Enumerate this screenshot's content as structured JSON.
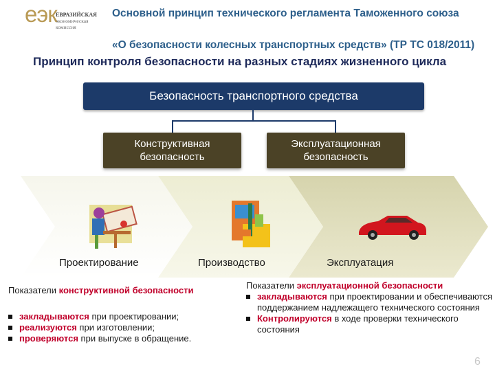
{
  "header": {
    "logo_mark": "еэк",
    "logo_lines": [
      "ЕВРАЗИЙСКАЯ",
      "экономическая",
      "комиссия"
    ],
    "title": "Основной принцип технического регламента Таможенного союза",
    "subtitle_overlap": "«О безопасности колесных транспортных средств» (ТР ТС 018/2011)"
  },
  "slide_subtitle": "Принцип контроля безопасности на разных стадиях жизненного цикла",
  "hierarchy": {
    "top": "Безопасность транспортного средства",
    "left": "Конструктивная безопасность",
    "right": "Эксплуатационная безопасность"
  },
  "stages": [
    "Проектирование",
    "Производство",
    "Эксплуатация"
  ],
  "left_block": {
    "intro": "Показатели",
    "intro_red": "конструктивной безопасности",
    "items": [
      {
        "red": "закладываются",
        "text": " при проектировании;"
      },
      {
        "red": "реализуются",
        "text": " при изготовлении;"
      },
      {
        "red": "проверяются",
        "text": " при выпуске в обращение."
      }
    ]
  },
  "right_block": {
    "intro": "Показатели",
    "intro_red": "эксплуатационной безопасности",
    "items": [
      {
        "red": "закладываются",
        "text": " при проектировании и обеспечиваются поддержанием надлежащего технического состояния"
      },
      {
        "red": "Контролируются",
        "text": " в ходе проверки технического состояния"
      }
    ]
  },
  "page_number": "6",
  "colors": {
    "navy": "#1c3a69",
    "olive": "#4b4226",
    "red": "#c0002a",
    "title_blue": "#2d5f8b"
  }
}
